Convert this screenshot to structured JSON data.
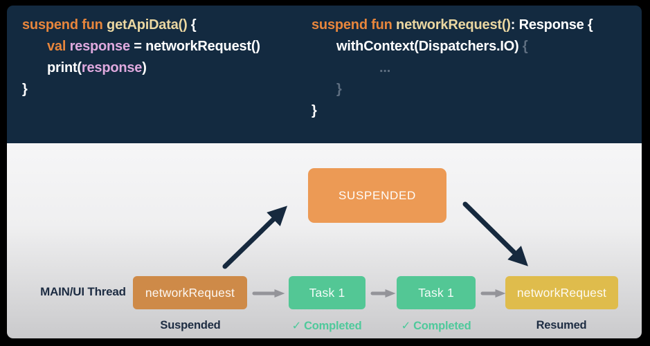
{
  "slide": {
    "code": {
      "left": {
        "lines": [
          {
            "indent": 0,
            "tokens": [
              {
                "t": "suspend fun ",
                "c": "kw"
              },
              {
                "t": "getApiData()",
                "c": "fn"
              },
              {
                "t": " {",
                "c": "pl"
              }
            ]
          },
          {
            "indent": 1,
            "tokens": [
              {
                "t": "val ",
                "c": "kw"
              },
              {
                "t": "response",
                "c": "vr"
              },
              {
                "t": " = networkRequest()",
                "c": "pl"
              }
            ]
          },
          {
            "indent": 1,
            "tokens": [
              {
                "t": "print(",
                "c": "pl"
              },
              {
                "t": "response",
                "c": "vr"
              },
              {
                "t": ")",
                "c": "pl"
              }
            ]
          },
          {
            "indent": 0,
            "tokens": [
              {
                "t": "}",
                "c": "pl"
              }
            ]
          }
        ]
      },
      "right": {
        "lines": [
          {
            "indent": 0,
            "tokens": [
              {
                "t": "suspend fun ",
                "c": "kw"
              },
              {
                "t": "networkRequest()",
                "c": "fn"
              },
              {
                "t": ": Response {",
                "c": "pl"
              }
            ]
          },
          {
            "indent": 1,
            "tokens": [
              {
                "t": "withContext(Dispatchers.IO) ",
                "c": "pl"
              },
              {
                "t": "{",
                "c": "dim"
              }
            ]
          },
          {
            "indent": 2,
            "tokens": [
              {
                "t": "...",
                "c": "dim"
              }
            ]
          },
          {
            "indent": 1,
            "tokens": [
              {
                "t": "}",
                "c": "dim"
              }
            ]
          },
          {
            "indent": 0,
            "tokens": [
              {
                "t": "}",
                "c": "pl"
              }
            ]
          }
        ]
      }
    },
    "diagram": {
      "suspended_label": "SUSPENDED",
      "thread_label": "MAIN/UI Thread",
      "boxes": [
        {
          "label": "networkRequest",
          "status": "Suspended"
        },
        {
          "label": "Task 1",
          "status": "Completed",
          "check": "✓"
        },
        {
          "label": "Task 1",
          "status": "Completed",
          "check": "✓"
        },
        {
          "label": "networkRequest",
          "status": "Resumed"
        }
      ]
    },
    "colors": {
      "panel_navy": "#132A40",
      "keyword_orange": "#E8863C",
      "function_cream": "#EBD7A1",
      "variable_pink": "#DFA9DE",
      "code_white": "#FFFFFF",
      "dim_brace": "#5E6E80",
      "suspended_box_orange": "#EC9A55",
      "network_box_orange": "#CE8A48",
      "task_box_teal": "#53C795",
      "resumed_box_yellow": "#DFBC4C",
      "flow_arrow_gray": "#949499",
      "nav_arrow_navy": "#16293E",
      "completed_text_teal": "#4FC99B",
      "label_dark_navy": "#1D2C42"
    }
  }
}
